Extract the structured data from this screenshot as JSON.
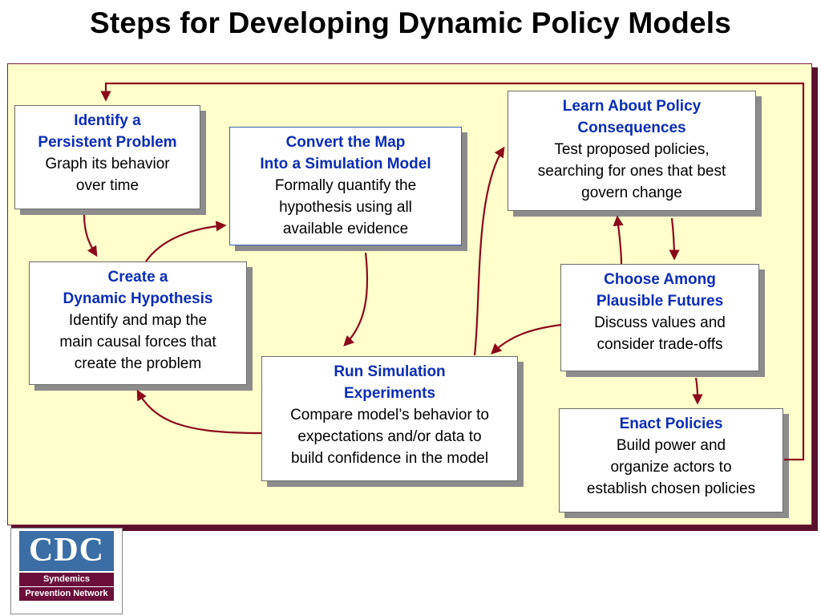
{
  "title": "Steps for Developing Dynamic Policy Models",
  "boxes": {
    "identify": {
      "heading": [
        "Identify a",
        "Persistent Problem"
      ],
      "body": [
        "Graph its behavior",
        "over time"
      ]
    },
    "create": {
      "heading": [
        "Create a",
        "Dynamic Hypothesis"
      ],
      "body": [
        "Identify and map the",
        "main causal forces that",
        "create the problem"
      ]
    },
    "convert": {
      "heading": [
        "Convert the Map",
        "Into a Simulation Model"
      ],
      "body": [
        "Formally quantify the",
        "hypothesis using all",
        "available evidence"
      ]
    },
    "run": {
      "heading": [
        "Run Simulation",
        "Experiments"
      ],
      "body": [
        "Compare model’s behavior to",
        "expectations and/or data to",
        "build confidence in the model"
      ]
    },
    "learn": {
      "heading": [
        "Learn About Policy",
        "Consequences"
      ],
      "body": [
        "Test proposed policies,",
        "searching for ones that best",
        "govern change"
      ]
    },
    "choose": {
      "heading": [
        "Choose Among",
        "Plausible Futures"
      ],
      "body": [
        "Discuss values and",
        "consider trade-offs"
      ]
    },
    "enact": {
      "heading": [
        "Enact Policies"
      ],
      "body": [
        "Build power and",
        "organize actors to",
        "establish chosen policies"
      ]
    }
  },
  "logo": {
    "letters": "CDC",
    "line1": "Syndemics",
    "line2": "Prevention Network"
  },
  "colors": {
    "heading": "#0a2db4",
    "arrow": "#8b0a1a",
    "panel": "#ffffcc"
  }
}
